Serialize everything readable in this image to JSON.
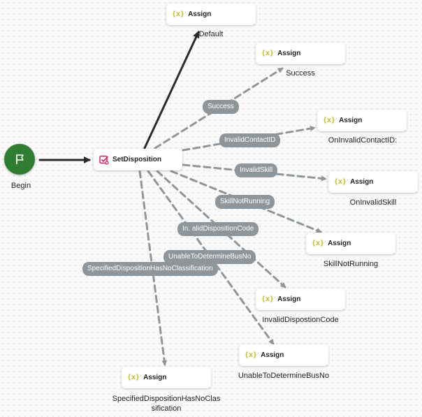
{
  "begin": {
    "caption": "Begin",
    "icon": "flag-icon",
    "color": "#2e7d32"
  },
  "main": {
    "label": "SetDisposition",
    "icon": "disposition-icon",
    "icon_color": "#d81b60"
  },
  "assign_icon": "{x}",
  "nodes": [
    {
      "label": "Assign",
      "caption": "Default"
    },
    {
      "label": "Assign",
      "caption": "Success"
    },
    {
      "label": "Assign",
      "caption": "OnInvalidContactID:"
    },
    {
      "label": "Assign",
      "caption": "OnInvalidSkill"
    },
    {
      "label": "Assign",
      "caption": "SkillNotRunning"
    },
    {
      "label": "Assign",
      "caption": "InvalidDispostionCode"
    },
    {
      "label": "Assign",
      "caption": "UnableToDetermineBusNo"
    },
    {
      "label": "Assign",
      "caption_line1": "SpecifiedDispositionHasNoClas",
      "caption_line2": "sification"
    }
  ],
  "edges": [
    {
      "label": "Success"
    },
    {
      "label": "InvalidContactID"
    },
    {
      "label": "InvalidSkill"
    },
    {
      "label": "SkillNotRunning"
    },
    {
      "label": "In. alidDispositionCode"
    },
    {
      "label": "UnableToDetermineBusNo"
    },
    {
      "label": "SpecifiedDispositionHasNoClassification"
    }
  ],
  "colors": {
    "edge_dashed": "#8f969b",
    "edge_solid": "#2b2b2b",
    "pill": "#8f969b",
    "assign_icon": "#c7ba18"
  }
}
